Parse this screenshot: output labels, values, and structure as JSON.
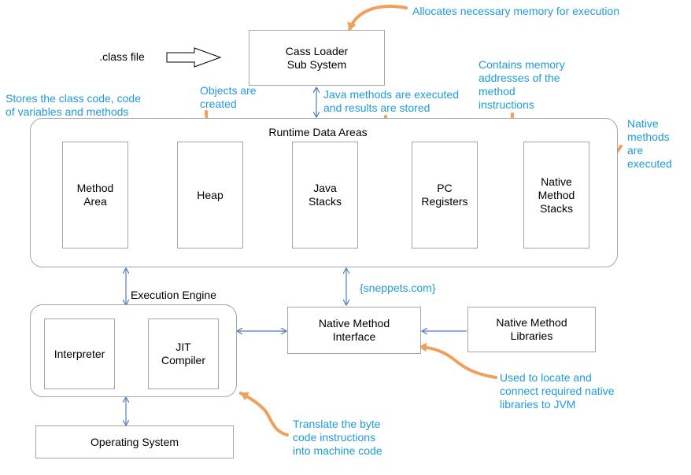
{
  "class_file": ".class file",
  "class_loader": "Cass Loader\nSub System",
  "runtime": {
    "title": "Runtime Data Areas",
    "method_area": "Method\nArea",
    "heap": "Heap",
    "java_stacks": "Java\nStacks",
    "pc_registers": "PC\nRegisters",
    "native_stacks": "Native\nMethod\nStacks"
  },
  "execution": {
    "title": "Execution Engine",
    "interpreter": "Interpreter",
    "jit": "JIT\nCompiler"
  },
  "native_interface": "Native Method\nInterface",
  "native_libraries": "Native Method\nLibraries",
  "operating_system": "Operating System",
  "watermark": "{sneppets.com}",
  "annotations": {
    "memory": "Allocates necessary memory for execution",
    "class_code": "Stores the class code, code\nof variables and methods",
    "objects": "Objects are\ncreated",
    "java_methods": "Java methods are executed\nand results are stored",
    "pc_addr": "Contains memory\naddresses of the\nmethod\ninstructions",
    "native_exec": "Native\nmethods\nare\nexecuted",
    "native_locate": "Used to locate and\nconnect required native\nlibraries to JVM",
    "translate": "Translate the byte\ncode instructions\ninto machine code"
  },
  "colors": {
    "annotation_text": "#1f9bd7",
    "callout_arrow": "#f0a05a",
    "connector": "#4a7ebb",
    "box_border": "#a6a6a6"
  }
}
